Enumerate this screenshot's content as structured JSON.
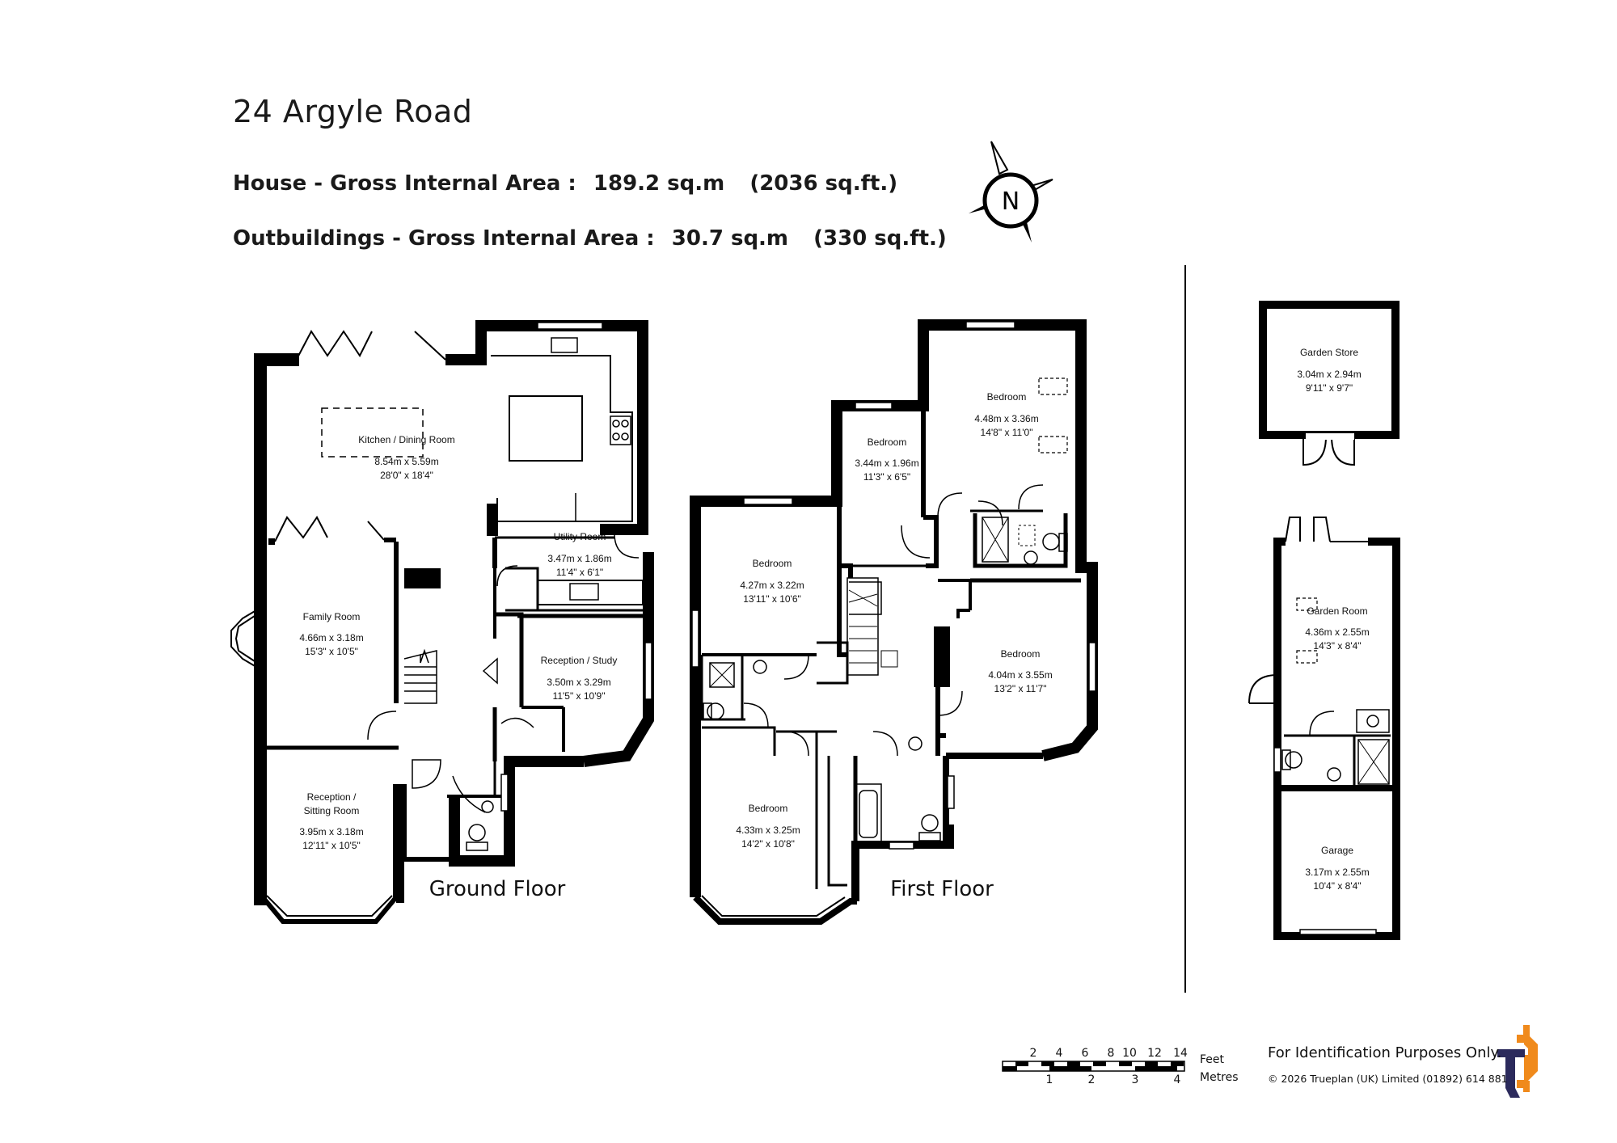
{
  "title": "24 Argyle Road",
  "areas": {
    "house_label": "House - Gross Internal Area  :",
    "house_sqm": "189.2 sq.m",
    "house_sqft": "(2036 sq.ft.)",
    "out_label": "Outbuildings - Gross Internal Area  :",
    "out_sqm": "30.7 sq.m",
    "out_sqft": "(330 sq.ft.)"
  },
  "compass": {
    "letter": "N"
  },
  "floors": {
    "ground": "Ground Floor",
    "first": "First Floor"
  },
  "rooms": {
    "kitchen": {
      "name": "Kitchen / Dining Room",
      "metric": "8.54m  x  5.59m",
      "imperial": "28'0\"  x  18'4\""
    },
    "utility": {
      "name": "Utility Room",
      "metric": "3.47m  x  1.86m",
      "imperial": "11'4\"  x  6'1\""
    },
    "family": {
      "name": "Family Room",
      "metric": "4.66m  x  3.18m",
      "imperial": "15'3\"  x  10'5\""
    },
    "study": {
      "name": "Reception / Study",
      "metric": "3.50m  x  3.29m",
      "imperial": "11'5\"  x  10'9\""
    },
    "sitting": {
      "name1": "Reception /",
      "name2": "Sitting Room",
      "metric": "3.95m  x  3.18m",
      "imperial": "12'11\"  x  10'5\""
    },
    "bed1": {
      "name": "Bedroom",
      "metric": "4.48m  x  3.36m",
      "imperial": "14'8\"  x  11'0\""
    },
    "bed2": {
      "name": "Bedroom",
      "metric": "3.44m  x  1.96m",
      "imperial": "11'3\"  x  6'5\""
    },
    "bed3": {
      "name": "Bedroom",
      "metric": "4.27m  x  3.22m",
      "imperial": "13'11\"  x  10'6\""
    },
    "bed4": {
      "name": "Bedroom",
      "metric": "4.04m  x  3.55m",
      "imperial": "13'2\"  x  11'7\""
    },
    "bed5": {
      "name": "Bedroom",
      "metric": "4.33m  x  3.25m",
      "imperial": "14'2\"  x  10'8\""
    },
    "gstore": {
      "name": "Garden Store",
      "metric": "3.04m  x  2.94m",
      "imperial": "9'11\"  x  9'7\""
    },
    "groom": {
      "name": "Garden Room",
      "metric": "4.36m  x  2.55m",
      "imperial": "14'3\"  x  8'4\""
    },
    "garage": {
      "name": "Garage",
      "metric": "3.17m  x  2.55m",
      "imperial": "10'4\"  x  8'4\""
    }
  },
  "scale": {
    "feet_label": "Feet",
    "metres_label": "Metres",
    "feet_ticks": [
      "2",
      "4",
      "6",
      "8",
      "10",
      "12",
      "14"
    ],
    "metre_ticks": [
      "1",
      "2",
      "3",
      "4"
    ]
  },
  "footer": {
    "note": "For Identification Purposes Only.",
    "copyright": "©  2026 Trueplan (UK) Limited  (01892) 614 881"
  },
  "colors": {
    "wall": "#000000",
    "logo_navy": "#2b2a5c",
    "logo_orange": "#f08a1c"
  }
}
